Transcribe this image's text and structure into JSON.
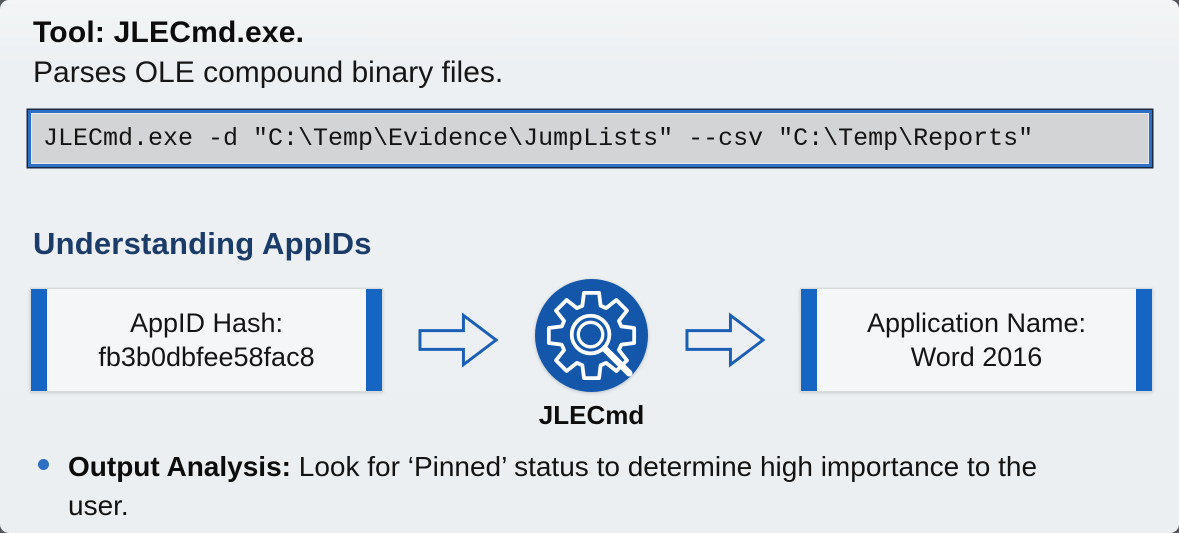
{
  "header": {
    "title": "Tool: JLECmd.exe.",
    "subtitle": "Parses OLE compound binary files."
  },
  "command_box": {
    "command": "JLECmd.exe -d \"C:\\Temp\\Evidence\\JumpLists\" --csv \"C:\\Temp\\Reports\""
  },
  "section": {
    "heading": "Understanding AppIDs"
  },
  "diagram": {
    "input_box": {
      "line1": "AppID Hash:",
      "line2": "fb3b0dbfee58fac8"
    },
    "tool": {
      "label": "JLECmd",
      "icon": "gear-magnifier-icon"
    },
    "output_box": {
      "line1": "Application Name:",
      "line2": "Word 2016"
    },
    "arrow_icon": "right-arrow-icon"
  },
  "bullets": [
    {
      "label": "Output Analysis:",
      "text_line1": "Look for ‘Pinned’ status to determine high importance to the",
      "text_line2": "user."
    }
  ],
  "colors": {
    "accent_blue": "#1565c4",
    "circle_blue": "#1457aa",
    "heading_navy": "#1b3c69",
    "code_background": "#d3d4d5",
    "code_border": "#2e6fc6",
    "slide_background": "#eceff1"
  }
}
